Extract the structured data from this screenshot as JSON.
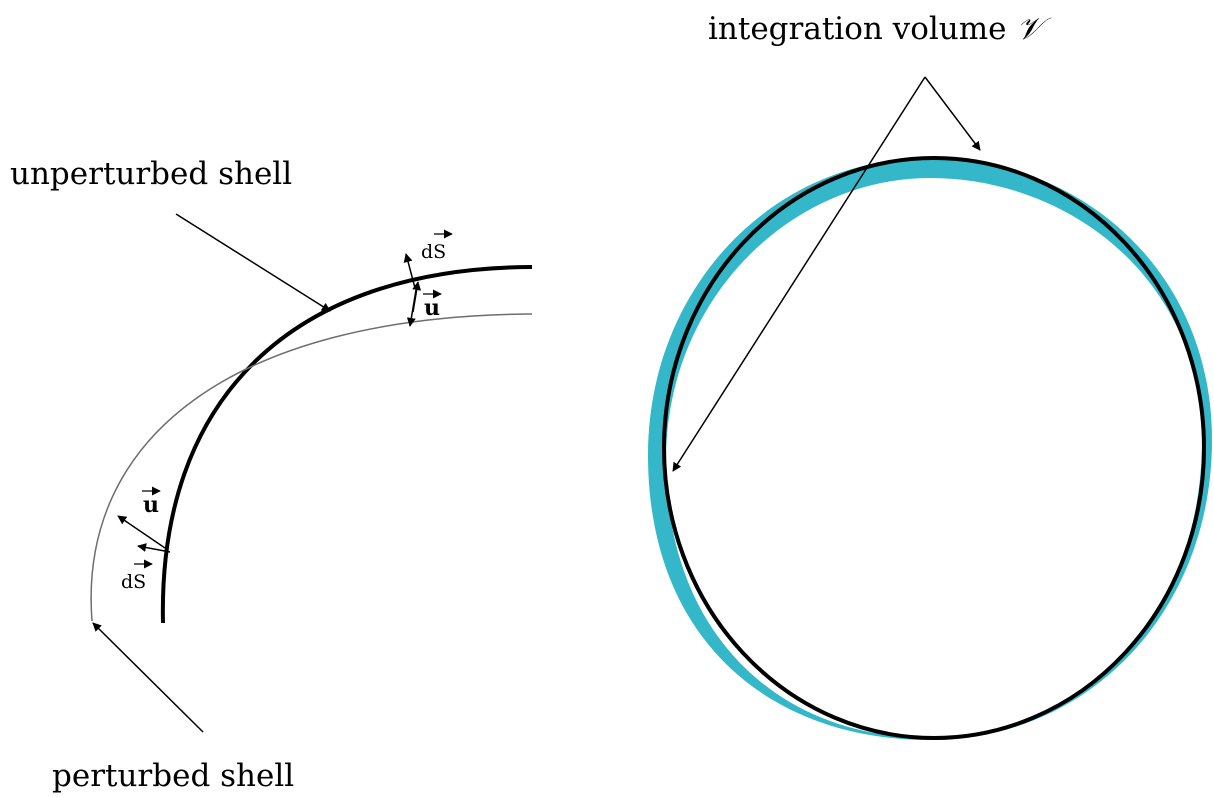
{
  "labels": {
    "unperturbed": "unperturbed shell",
    "perturbed": "perturbed shell",
    "integration_prefix": "integration volume ",
    "integration_symbol": "𝒱",
    "u_vector": "u",
    "ds_vector": "dS"
  },
  "colors": {
    "ink": "#000000",
    "thin_line": "#6e6e6e",
    "fill": "#34b7c8"
  }
}
